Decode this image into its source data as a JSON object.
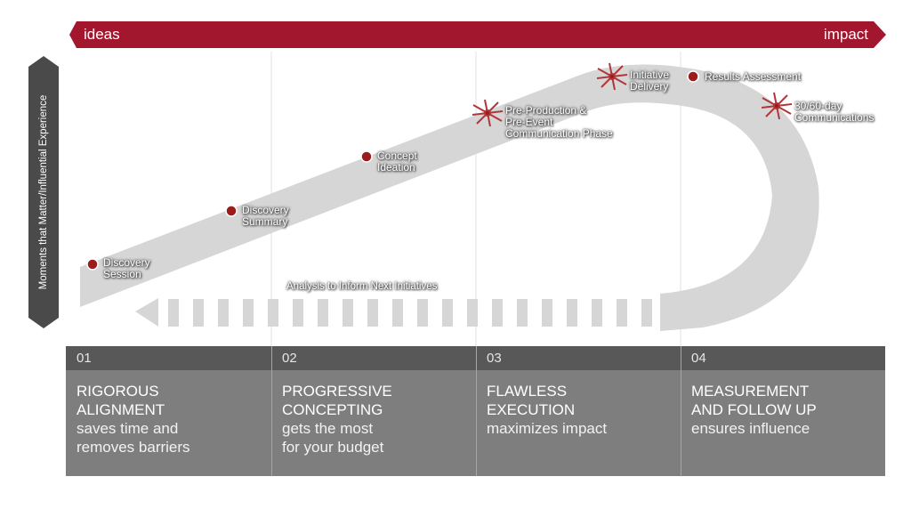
{
  "banner": {
    "left_label": "ideas",
    "right_label": "impact",
    "color": "#a3172e"
  },
  "side_banner": {
    "label": "Moments that Matter/Influential Experience",
    "color": "#4a4a4a"
  },
  "nodes": [
    {
      "id": "discovery-session",
      "label": "Discovery\nSession",
      "marker": "dot"
    },
    {
      "id": "discovery-summary",
      "label": "Discovery\nSummary",
      "marker": "dot"
    },
    {
      "id": "concept-ideation",
      "label": "Concept\nIdeation",
      "marker": "dot"
    },
    {
      "id": "pre-production",
      "label": "Pre-Production &\nPre-Event\nCommunication Phase",
      "marker": "star"
    },
    {
      "id": "initiative-delivery",
      "label": "Initiative\nDelivery",
      "marker": "star"
    },
    {
      "id": "results-assessment",
      "label": "Results Assessment",
      "marker": "dot"
    },
    {
      "id": "day-communications",
      "label": "30/60-day\nCommunications",
      "marker": "star"
    }
  ],
  "return_arrow_label": "Analysis to Inform Next Initiatives",
  "columns": [
    {
      "number": "01",
      "title": "RIGOROUS\nALIGNMENT",
      "subtitle": "saves time and\nremoves barriers"
    },
    {
      "number": "02",
      "title": "PROGRESSIVE\nCONCEPTING",
      "subtitle": "gets the most\nfor your budget"
    },
    {
      "number": "03",
      "title": "FLAWLESS\nEXECUTION",
      "subtitle": "maximizes impact"
    },
    {
      "number": "04",
      "title": "MEASUREMENT\nAND FOLLOW UP",
      "subtitle": "ensures influence"
    }
  ],
  "colors": {
    "path": "#d6d6d6",
    "dot": "#9c1c1c",
    "column_head": "#585858",
    "column_body": "#7e7e7e"
  }
}
